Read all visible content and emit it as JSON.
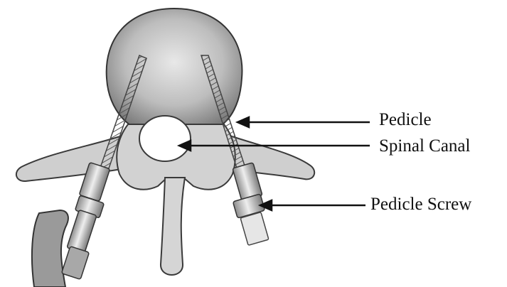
{
  "labels": {
    "pedicle": "Pedicle",
    "spinal_canal": "Spinal Canal",
    "pedicle_screw": "Pedicle Screw"
  },
  "colors": {
    "bone_fill": "#d9d9d9",
    "bone_shade": "#8a8a8a",
    "outline": "#333333",
    "metal": "#bcbcbc",
    "background": "#ffffff"
  }
}
